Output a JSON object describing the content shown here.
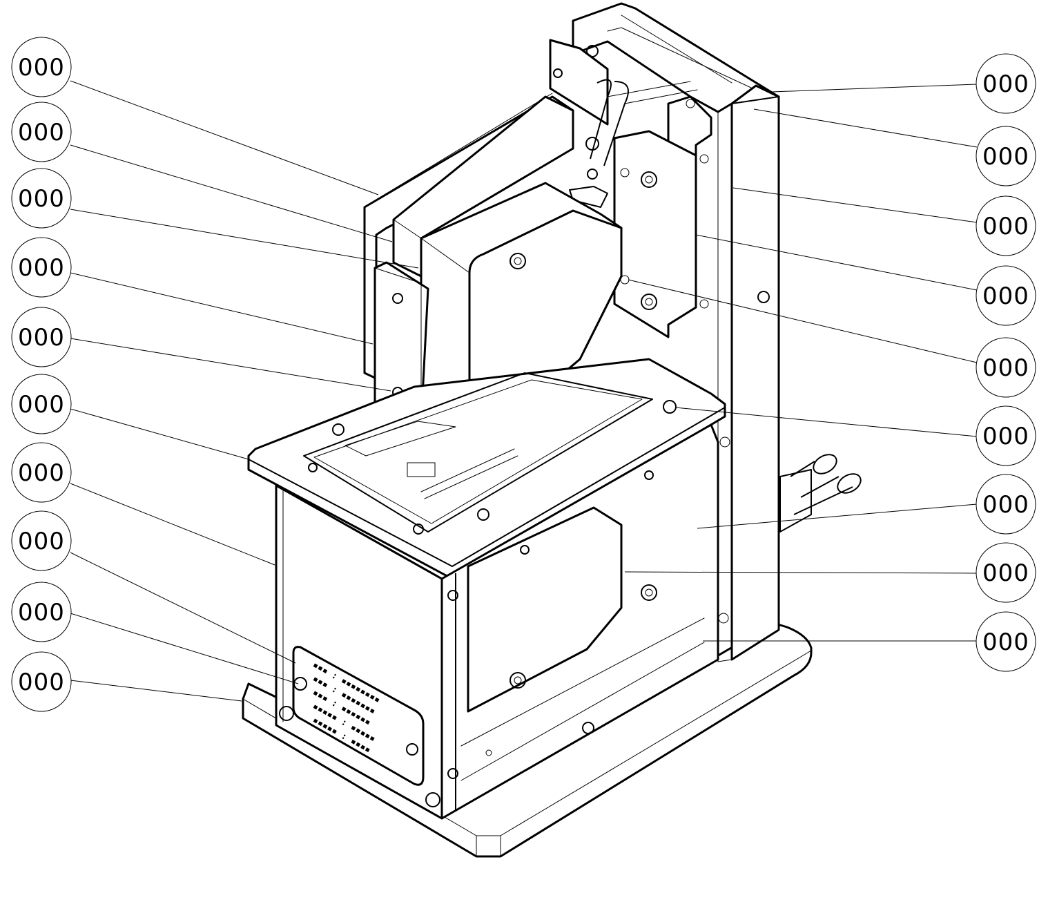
{
  "callouts": {
    "left": [
      {
        "label": "000"
      },
      {
        "label": "000"
      },
      {
        "label": "000"
      },
      {
        "label": "000"
      },
      {
        "label": "000"
      },
      {
        "label": "000"
      },
      {
        "label": "000"
      },
      {
        "label": "000"
      },
      {
        "label": "000"
      },
      {
        "label": "000"
      }
    ],
    "right": [
      {
        "label": "000"
      },
      {
        "label": "000"
      },
      {
        "label": "000"
      },
      {
        "label": "000"
      },
      {
        "label": "000"
      },
      {
        "label": "000"
      },
      {
        "label": "000"
      },
      {
        "label": "000"
      },
      {
        "label": "000"
      }
    ]
  },
  "colors": {
    "line": "#000000",
    "background": "#ffffff"
  }
}
